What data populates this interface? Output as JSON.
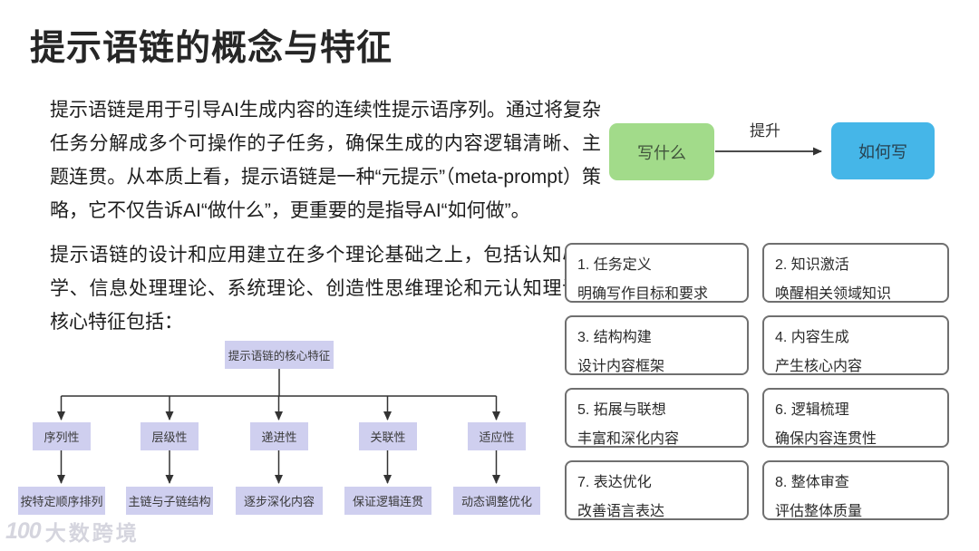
{
  "title": "提示语链的概念与特征",
  "paragraphs": {
    "p1": "提示语链是用于引导AI生成内容的连续性提示语序列。通过将复杂任务分解成多个可操作的子任务，确保生成的内容逻辑清晰、主题连贯。从本质上看，提示语链是一种“元提示”（meta-prompt）策略，它不仅告诉AI“做什么”，更重要的是指导AI“如何做”。",
    "p2": "提示语链的设计和应用建立在多个理论基础之上，包括认知心理学、信息处理理论、系统理论、创造性思维理论和元认知理论，核心特征包括："
  },
  "flow": {
    "from_label": "写什么",
    "arrow_label": "提升",
    "to_label": "如何写",
    "from_color": "#a2db8a",
    "to_color": "#45b6e8",
    "arrow_color": "#333333"
  },
  "tree": {
    "root": "提示语链的核心特征",
    "node_color": "#cfcfef",
    "branches": [
      {
        "label": "序列性",
        "leaf": "按特定顺序排列"
      },
      {
        "label": "层级性",
        "leaf": "主链与子链结构"
      },
      {
        "label": "递进性",
        "leaf": "逐步深化内容"
      },
      {
        "label": "关联性",
        "leaf": "保证逻辑连贯"
      },
      {
        "label": "适应性",
        "leaf": "动态调整优化"
      }
    ]
  },
  "steps": [
    {
      "title": "1. 任务定义",
      "desc": "明确写作目标和要求"
    },
    {
      "title": "2. 知识激活",
      "desc": "唤醒相关领域知识"
    },
    {
      "title": "3. 结构构建",
      "desc": "设计内容框架"
    },
    {
      "title": "4. 内容生成",
      "desc": "产生核心内容"
    },
    {
      "title": "5. 拓展与联想",
      "desc": "丰富和深化内容"
    },
    {
      "title": "6. 逻辑梳理",
      "desc": "确保内容连贯性"
    },
    {
      "title": "7. 表达优化",
      "desc": "改善语言表达"
    },
    {
      "title": "8. 整体审查",
      "desc": "评估整体质量"
    }
  ],
  "logo": {
    "mark": "100",
    "text": "大数跨境"
  }
}
